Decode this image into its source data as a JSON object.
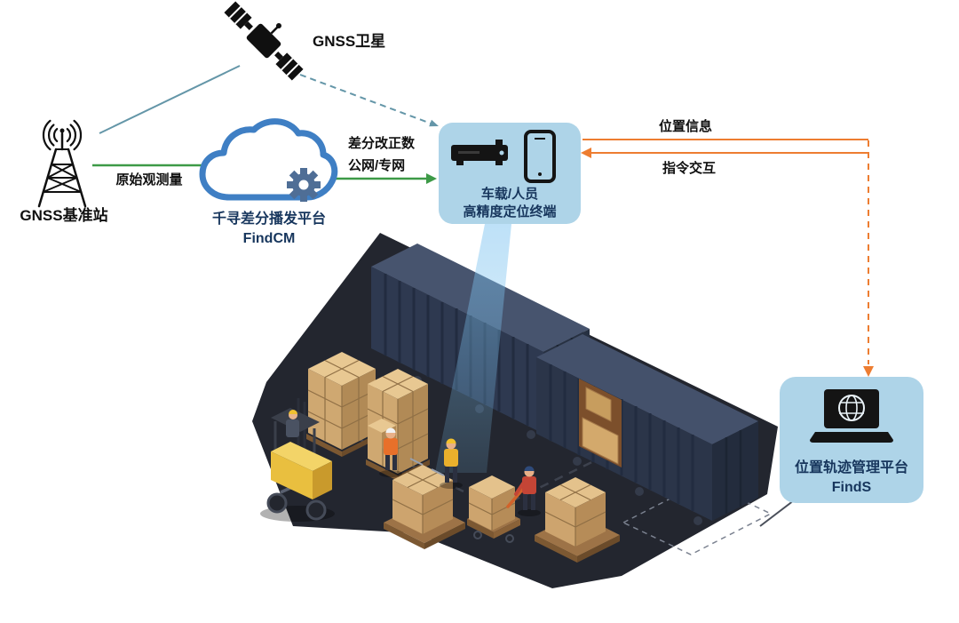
{
  "satellite": {
    "label": "GNSS卫星"
  },
  "base_station": {
    "label": "GNSS基准站"
  },
  "cloud": {
    "name": "千寻差分播发平台",
    "product": "FindCM"
  },
  "terminal": {
    "line1": "车载/人员",
    "line2": "高精度定位终端"
  },
  "finds": {
    "name": "位置轨迹管理平台",
    "product": "FindS"
  },
  "links": {
    "raw_observation": "原始观测量",
    "correction": "差分改正数",
    "network": "公网/专网",
    "position_info": "位置信息",
    "command": "指令交互"
  },
  "colors": {
    "link_green": "#3d9a47",
    "link_teal": "#6496a8",
    "link_orange": "#ed7d31",
    "panel_blue": "#aed4e8",
    "text_navy": "#17365d",
    "cloud_blue": "#3f7fc4"
  }
}
